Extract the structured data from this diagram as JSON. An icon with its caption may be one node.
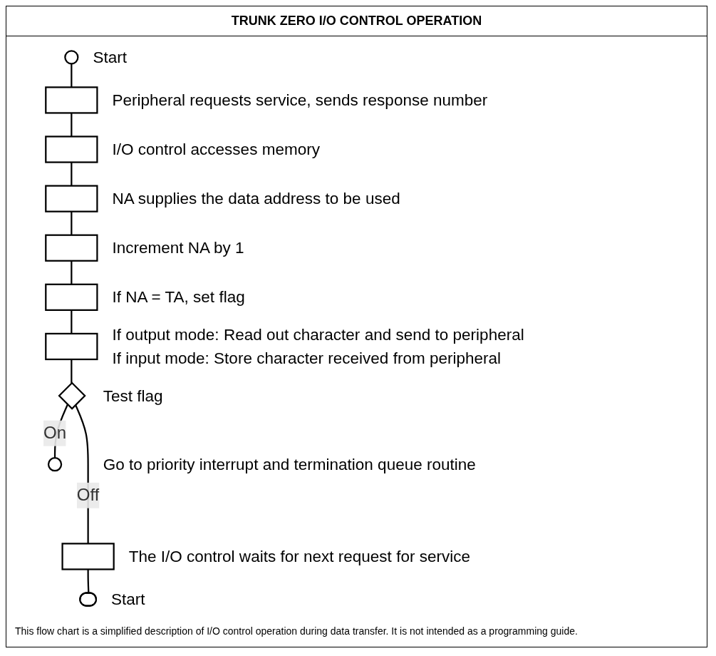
{
  "diagram": {
    "title": "TRUNK ZERO I/O CONTROL OPERATION",
    "nodes": [
      {
        "text": [],
        "shape": "circle",
        "beside": [
          "Start"
        ]
      },
      {
        "text": [],
        "shape": "box",
        "beside": [
          "Peripheral requests service, sends response number"
        ]
      },
      {
        "text": [],
        "shape": "box",
        "beside": [
          "I/O control accesses memory"
        ]
      },
      {
        "text": [],
        "shape": "box",
        "beside": [
          "NA supplies the data address to be used"
        ]
      },
      {
        "text": [],
        "shape": "box",
        "beside": [
          "Increment NA by 1"
        ]
      },
      {
        "text": [],
        "shape": "box",
        "beside": [
          "If NA = TA, set flag"
        ]
      },
      {
        "text": [],
        "shape": "box",
        "beside": [
          "If output mode: Read out character and send to peripheral",
          "If input mode: Store character received from peripheral"
        ]
      },
      {
        "text": [],
        "shape": "diamond",
        "beside": [
          "Test flag"
        ]
      },
      {
        "text": [],
        "shape": "circle",
        "beside": [
          "Go to priority interrupt and termination queue routine"
        ]
      },
      {
        "text": [],
        "shape": "box",
        "beside": [
          "The I/O control waits for next request for service"
        ]
      },
      {
        "text": [],
        "shape": "oval",
        "beside": [
          "Start"
        ]
      }
    ],
    "edges": [
      {
        "from": 0,
        "to": 1,
        "arrow": "none"
      },
      {
        "from": 1,
        "to": 2,
        "arrow": "none"
      },
      {
        "from": 2,
        "to": 3,
        "arrow": "none"
      },
      {
        "from": 3,
        "to": 4,
        "arrow": "none"
      },
      {
        "from": 4,
        "to": 5,
        "arrow": "none"
      },
      {
        "from": 5,
        "to": 6,
        "arrow": "none"
      },
      {
        "from": 6,
        "to": 7,
        "arrow": "none"
      },
      {
        "from": 7,
        "to": 8,
        "arrow": "none",
        "label": "On"
      },
      {
        "from": 7,
        "to": 9,
        "arrow": "none",
        "label": "Off"
      },
      {
        "from": 9,
        "to": 10,
        "arrow": "none"
      }
    ],
    "caption": "This flow chart is a simplified description of I/O control operation during data transfer. It is not intended as a programming guide."
  }
}
